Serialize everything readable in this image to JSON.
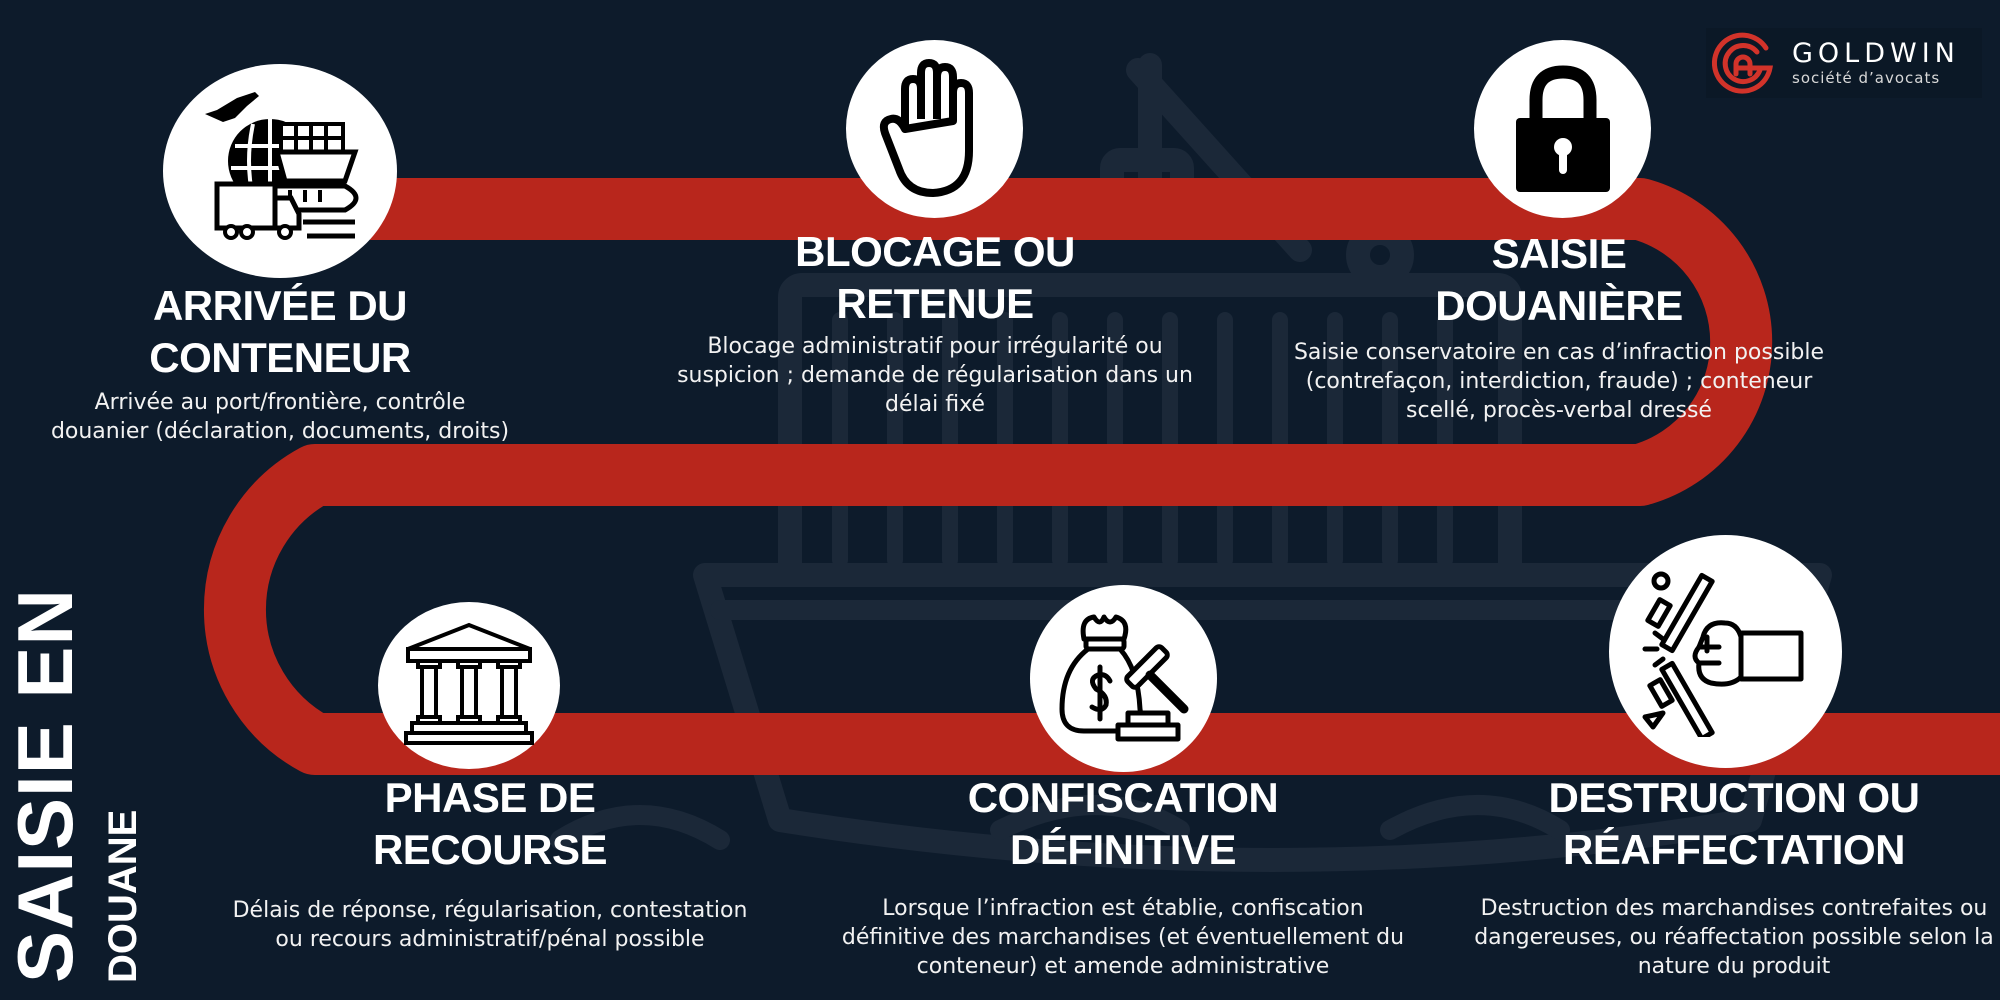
{
  "title": {
    "line1": "SAISIE EN",
    "line2": "DOUANE"
  },
  "logo": {
    "name": "GOLDWIN",
    "tagline": "société d’avocats",
    "icon": "goldwin-g-logo-icon"
  },
  "colors": {
    "background": "#0d1b2b",
    "path": "#b8261c",
    "circle": "#ffffff",
    "text": "#ffffff"
  },
  "steps": [
    {
      "title_line1": "ARRIVÉE DU",
      "title_line2": "CONTENEUR",
      "desc": "Arrivée au port/frontière, contrôle douanier (déclaration, documents, droits)",
      "icon": "global-logistics-icon"
    },
    {
      "title_line1": "BLOCAGE OU",
      "title_line2": "RETENUE",
      "desc": "Blocage administratif pour irrégularité ou suspicion ; demande de régularisation dans un délai fixé",
      "icon": "stop-hand-icon"
    },
    {
      "title_line1": "SAISIE",
      "title_line2": "DOUANIÈRE",
      "desc": "Saisie conservatoire en cas d’infraction possible (contrefaçon, interdiction, fraude) ; conteneur scellé, procès-verbal dressé",
      "icon": "padlock-icon"
    },
    {
      "title_line1": "PHASE DE",
      "title_line2": "RECOURSE",
      "desc": "Délais de réponse, régularisation, contestation ou recours administratif/pénal possible",
      "icon": "courthouse-icon"
    },
    {
      "title_line1": "CONFISCATION",
      "title_line2": "DÉFINITIVE",
      "desc": "Lorsque l’infraction est établie, confiscation définitive des marchandises (et éventuellement du conteneur) et amende administrative",
      "icon": "money-bag-gavel-icon"
    },
    {
      "title_line1": "DESTRUCTION OU",
      "title_line2": "RÉAFFECTATION",
      "desc": "Destruction des marchandises contrefaites ou dangereuses, ou réaffectation possible selon la nature du produit",
      "icon": "fist-smash-icon"
    }
  ]
}
